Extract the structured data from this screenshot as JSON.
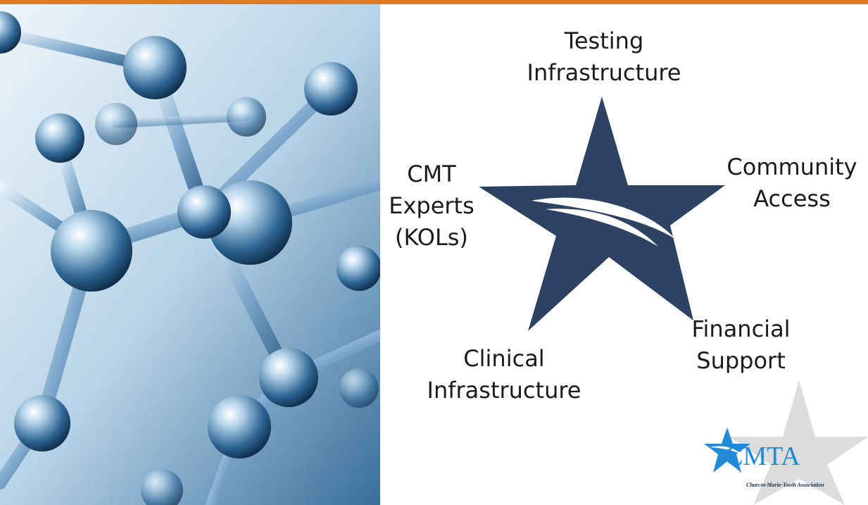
{
  "colors": {
    "top_bar": "#e07b22",
    "star": "#2e4263",
    "logo_blue": "#1f8ad6",
    "watermark_star": "#dcdcdc"
  },
  "labels": {
    "testing": [
      "Testing",
      "Infrastructure"
    ],
    "community": [
      "Community",
      "Access"
    ],
    "experts": [
      "CMT",
      "Experts",
      "(KOLs)"
    ],
    "financial": [
      "Financial",
      "Support"
    ],
    "clinical": [
      "Clinical",
      "Infrastructure"
    ]
  },
  "logo": {
    "wordmark": "CMTA",
    "tagline": "Charcot-Marie-Tooth Association"
  },
  "icons": {
    "photo": "molecule-image",
    "center": "star-icon",
    "logo_star": "star-icon"
  }
}
